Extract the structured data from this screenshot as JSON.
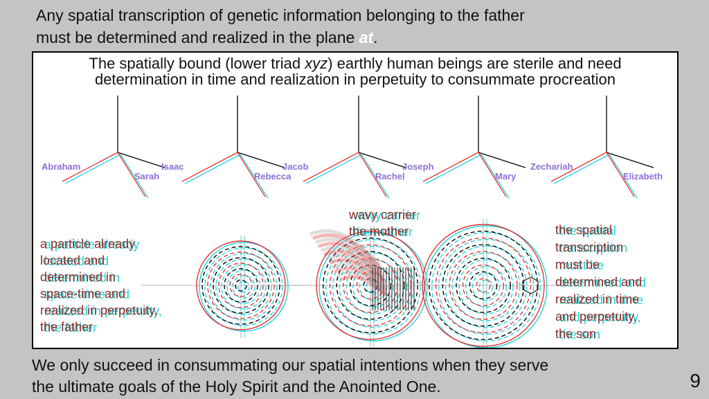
{
  "heading": {
    "line1": "Any spatial transcription of genetic information belonging to the father",
    "line2_prefix": "must be determined and realized in the plane ",
    "line2_emphasis": "at",
    "line2_suffix": "."
  },
  "panel": {
    "title_line1_a": "The spatially bound (lower triad ",
    "title_line1_em": "xyz",
    "title_line1_b": ") earthly human beings are sterile and need",
    "title_line2": "determination in time and realization in perpetuity to consummate procreation",
    "pairs": [
      {
        "left": "Abraham",
        "right": "Sarah"
      },
      {
        "left": "Isaac",
        "right": "Rebecca"
      },
      {
        "left": "Jacob",
        "right": "Rachel"
      },
      {
        "left": "Joseph",
        "right": "Mary"
      },
      {
        "left": "Zechariah",
        "right": "Elizabeth"
      }
    ],
    "father_note": [
      "a particle already",
      "located and",
      "determined in",
      "space-time and",
      "realized in perpetuity,",
      "the father"
    ],
    "mother_note": [
      "wavy carrier",
      "the mother"
    ],
    "son_note": [
      "the spatial",
      "transcription",
      "must be",
      "determined and",
      "realized in time",
      "and perpetuity,",
      "the son"
    ],
    "colors": {
      "red": "#e8302e",
      "cyan": "#22d3e0",
      "label": "#8e6fd8"
    }
  },
  "footer": {
    "line1": "We only succeed in consummating our spatial intentions when they serve",
    "line2": "the ultimate goals of the Holy Spirit and the Anointed One."
  },
  "page_number": "9"
}
